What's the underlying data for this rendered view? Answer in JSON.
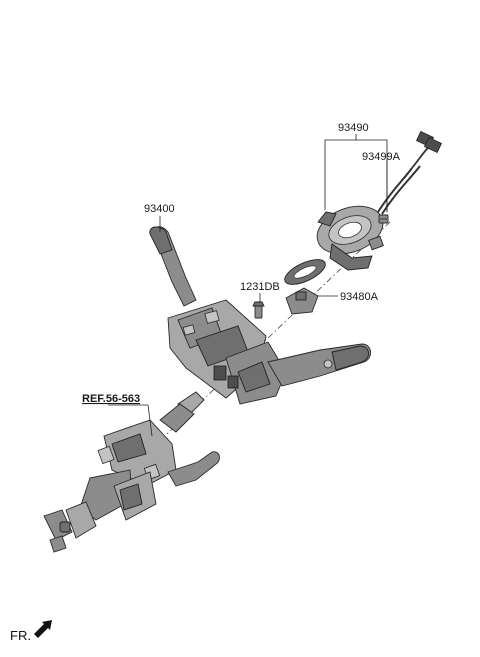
{
  "callouts": {
    "clock_spring": "93490",
    "clock_spring_sub": "93499A",
    "switch_assy": "93400",
    "screw": "1231DB",
    "sensor": "93480A",
    "column_ref": "REF.56-563"
  },
  "front_marker": "FR.",
  "icons": {
    "front_arrow": "arrow-icon"
  }
}
